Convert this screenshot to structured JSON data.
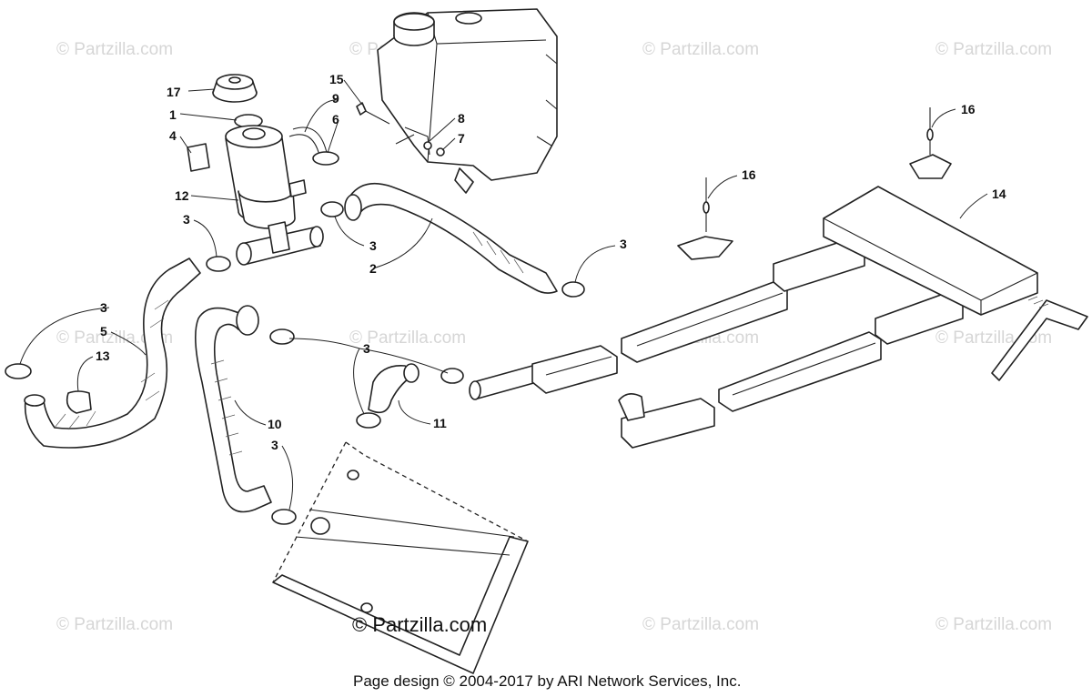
{
  "watermark": "© Partzilla.com",
  "brand": "© Partzilla.com",
  "footer": "Page design © 2004-2017 by ARI Network Services, Inc.",
  "callouts": {
    "c17": "17",
    "c1": "1",
    "c4": "4",
    "c12": "12",
    "c15": "15",
    "c9": "9",
    "c6": "6",
    "c8": "8",
    "c7": "7",
    "c3a": "3",
    "c3b": "3",
    "c3c": "3",
    "c3d": "3",
    "c3e": "3",
    "c3f": "3",
    "c2": "2",
    "c5": "5",
    "c13": "13",
    "c10": "10",
    "c11": "11",
    "c16a": "16",
    "c16b": "16",
    "c14": "14"
  }
}
